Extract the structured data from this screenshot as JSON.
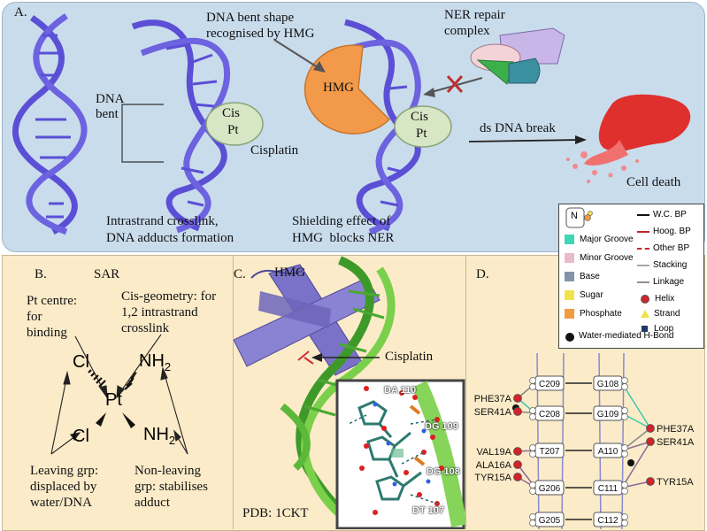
{
  "panelA": {
    "label": "A.",
    "dna_bent": "DNA\nbent",
    "cis_pt_1": [
      "Cis",
      "Pt"
    ],
    "cisplatin": "Cisplatin",
    "intrastrand": "Intrastrand crosslink,\nDNA adducts formation",
    "hmg_recognised": "DNA bent shape\nrecognised by HMG",
    "hmg": "HMG",
    "cis_pt_2": [
      "Cis",
      "Pt"
    ],
    "shielding": "Shielding effect of\nHMG  blocks NER",
    "ner_complex": "NER repair\ncomplex",
    "ds_break": "ds DNA break",
    "cell_death": "Cell death"
  },
  "legend": {
    "node_letter": "N",
    "items": [
      {
        "label": "Major Groove",
        "color": "#3ed6b4"
      },
      {
        "label": "Minor Groove",
        "color": "#e8bcc8"
      },
      {
        "label": "Base",
        "color": "#8394a8"
      },
      {
        "label": "Sugar",
        "color": "#f2e24a"
      },
      {
        "label": "Phosphate",
        "color": "#f29a3e"
      }
    ],
    "lines": [
      {
        "label": "W.C. BP",
        "color": "#111111",
        "style": "solid"
      },
      {
        "label": "Hoog. BP",
        "color": "#c0282c",
        "style": "solid"
      },
      {
        "label": "Other BP",
        "color": "#c0282c",
        "style": "dashed"
      },
      {
        "label": "Stacking",
        "color": "#a7a7a7",
        "style": "solid"
      },
      {
        "label": "Linkage",
        "color": "#909090",
        "style": "solid"
      }
    ],
    "markers": [
      {
        "label": "Helix",
        "shape": "circle",
        "color": "#d0232a"
      },
      {
        "label": "Strand",
        "shape": "triangle",
        "color": "#ece24a"
      },
      {
        "label": "Loop",
        "shape": "square",
        "color": "#1f3866"
      }
    ],
    "water": "Water-mediated H-Bond"
  },
  "panelB": {
    "label": "B.",
    "sar": "SAR",
    "pt_centre": "Pt centre:\nfor\nbinding",
    "cis_geometry": "Cis-geometry: for\n1,2 intrastrand\ncrosslink",
    "cl_top": "Cl",
    "cl_bottom": "Cl",
    "pt": "Pt",
    "nh_top": "NH",
    "nh_bottom": "NH",
    "sub2": "2",
    "leaving": "Leaving grp:\ndisplaced by\nwater/DNA",
    "non_leaving": "Non-leaving\ngrp: stabilises\nadduct"
  },
  "panelC": {
    "label": "C.",
    "hmg": "HMG",
    "cisplatin": "Cisplatin",
    "pdb": "PDB: 1CKT",
    "inset_labels": [
      "DA 110",
      "DG 109",
      "DG 108",
      "DT 107"
    ]
  },
  "panelD": {
    "label": "D.",
    "nodes_left": [
      "C209",
      "C208",
      "T207",
      "G206",
      "G205"
    ],
    "nodes_right": [
      "G108",
      "G109",
      "A110",
      "C111",
      "C112"
    ],
    "residues_left": [
      "PHE37A",
      "SER41A",
      "VAL19A",
      "ALA16A",
      "TYR15A"
    ],
    "residues_right": [
      "PHE37A",
      "SER41A",
      "TYR15A"
    ]
  }
}
